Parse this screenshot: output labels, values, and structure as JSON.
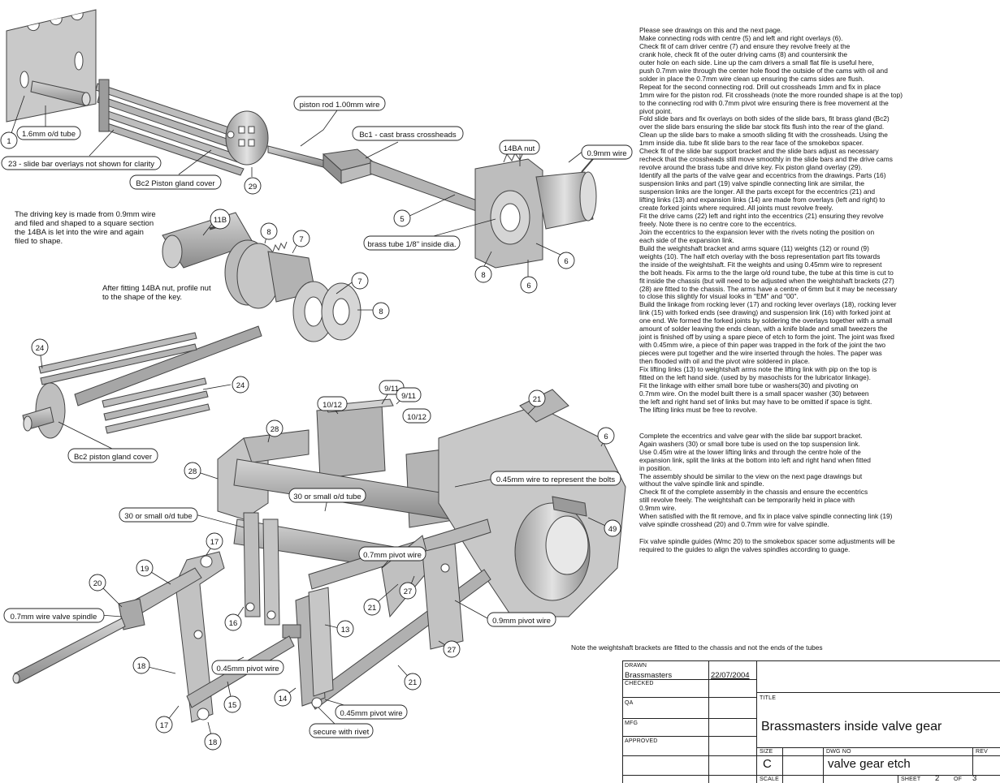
{
  "callouts": {
    "c1": "1",
    "c_tube": "1.6mm o/d tube",
    "c23": "23 - slide bar overlays not shown for clarity",
    "c_bc2_cover": "Bc2 Piston gland cover",
    "c29": "29",
    "c_piston_rod": "piston rod 1.00mm wire",
    "c_bc1": "Bc1 - cast brass crossheads",
    "c_14ba": "14BA nut",
    "c_09wire": "0.9mm wire",
    "c5": "5",
    "c_brass_tube": "brass tube 1/8\" inside dia.",
    "c8a": "8",
    "c6a": "6",
    "c6b": "6",
    "c11b": "11B",
    "c8b": "8",
    "c7a": "7",
    "c7b": "7",
    "c8c": "8",
    "c24a": "24",
    "c24b": "24",
    "c_bc2_cover2": "Bc2 piston gland cover",
    "c1012a": "10/12",
    "c911a": "9/11",
    "c911b": "9/11",
    "c1012b": "10/12",
    "c21a": "21",
    "c6c": "6",
    "c28a": "28",
    "c28b": "28",
    "c_30tube": "30 or small o/d tube",
    "c_30tube2": "30 or small o/d tube",
    "c_045bolts": "0.45mm wire to represent the bolts",
    "c49": "49",
    "c17a": "17",
    "c19": "19",
    "c20": "20",
    "c_spindle": "0.7mm wire valve spindle",
    "c_07pivot": "0.7mm pivot wire",
    "c16": "16",
    "c21b": "21",
    "c27a": "27",
    "c_09pivot": "0.9mm pivot wire",
    "c13": "13",
    "c18a": "18",
    "c_045pivot": "0.45mm pivot wire",
    "c15": "15",
    "c14": "14",
    "c17b": "17",
    "c18b": "18",
    "c_045pivot2": "0.45mm pivot wire",
    "c_rivet": "secure with rivet",
    "c27b": "27",
    "c21c": "21"
  },
  "notes": {
    "key_note": [
      "The driving key is made from 0.9mm wire",
      "and filed and shaped to a square section",
      "the 14BA is let into the wire and again",
      "filed to shape."
    ],
    "nut_note": [
      "After fitting 14BA nut, profile nut",
      "to the shape of the key."
    ]
  },
  "instructions": {
    "block1": [
      "Please see drawings on this and the next page.",
      "Make connecting rods with centre (5) and left and right overlays (6).",
      "Check fit of cam driver centre (7) and ensure they revolve freely at the",
      "crank hole, check fit of the outer driving cams (8) and countersink the",
      "outer hole on each side. Line up the cam drivers a small flat file is useful here,",
      "push 0.7mm wire through the center hole flood the outside of the cams with oil and",
      "solder in place the 0.7mm wire clean up ensuring the cams sides are flush.",
      "Repeat for the second connecting rod. Drill out crossheads 1mm and fix in place",
      "1mm wire for the piston rod. Fit crossheads (note the more rounded shape is at the top)",
      "to the connecting rod with 0.7mm pivot wire ensuring there is free movement at the",
      "pivot point.",
      "Fold slide bars and fix overlays on both sides of the slide bars, fit brass gland (Bc2)",
      "over the slide bars ensuring the slide bar stock fits flush into the rear of the gland.",
      "Clean up the slide bars to make a smooth sliding fit with the crossheads. Using the",
      "1mm inside dia. tube fit slide bars to the rear face of the smokebox spacer.",
      "Check fit of the slide bar support bracket and the slide bars adjust as necessary",
      "recheck that the crossheads still move smoothly in the slide bars and the drive cams",
      "revolve around the brass tube and drive key. Fix piston gland overlay (29).",
      "Identify all the parts of the valve gear and eccentrics from the drawings. Parts (16)",
      "suspension links and part (19) valve spindle connecting link are similar, the",
      "suspension links are the longer. All the parts except for the eccentrics (21) and",
      "lifting links (13) and expansion links (14) are made from overlays (left and right) to",
      "create forked joints where required. All joints must revolve freely.",
      "Fit the drive cams (22) left and right into the eccentrics (21) ensuring they revolve",
      "freely. Note there is no centre core to the eccentrics.",
      "Join the eccentrics to the expansion lever with the rivets noting the position on",
      "each side of the expansion link.",
      "Build the weightshaft bracket and arms square (11) weights (12) or round (9)",
      "weights (10). The half etch overlay with the boss representation part fits towards",
      "the inside of the weightshaft. Fit the weights and using 0.45mm wire to represent",
      "the bolt heads. Fix arms to the the large o/d round tube, the tube at this time is cut to",
      "fit inside the chassis (but will need to be adjusted when the weightshaft brackets (27)",
      "(28) are fitted to the chassis. The arms have a centre of 6mm but it may be necessary",
      "to close this slightly for visual looks in \"EM\" and \"00\".",
      "Build the linkage from rocking lever (17) and rocking lever overlays (18), rocking lever",
      "link (15) with forked ends (see drawing) and suspension link (16) with forked joint at",
      "one end. We formed the forked joints by soldering the overlays together with a small",
      "amount of solder leaving the ends clean, with a knife blade and small tweezers the",
      "joint is finished off by using a spare piece of etch to form the joint. The joint was fixed",
      "with 0.45mm wire, a piece of thin paper was trapped in the fork of the joint the two",
      "pieces  were put together and the wire inserted through the holes. The paper was",
      "then flooded with oil and the pivot wire soldered in place.",
      "Fix lifting links (13) to weightshaft arms note the lifting link with pip on the top is",
      "fitted on the left hand side. (used by by masochists for the lubricator linkage).",
      "Fit the linkage with either small bore tube or washers(30) and pivoting on",
      "0.7mm wire. On the model built there is a small spacer washer (30) between",
      "the left and right hand set of links but may have to be omitted if space is tight.",
      "The lifting links must be free to revolve."
    ],
    "block2": [
      "Complete the eccentrics and valve gear with the slide bar support bracket.",
      "Again washers (30) or small bore tube is used on the top suspension link.",
      "Use 0.45m wire at the lower lifting links and through the centre hole of the",
      "expansion link, split the links at the bottom into left and right hand when fitted",
      "in position.",
      "The assembly should be similar to the view on the next page drawings but",
      "without the valve spindle link and spindle.",
      "Check fit of the complete assembly in the chassis and ensure the eccentrics",
      "still revolve freely. The weightshaft can be temporarily held in place with",
      "0.9mm wire.",
      "When satisfied with the fit remove, and fix in place valve spindle connecting link (19)",
      "valve spindle crosshead (20) and 0.7mm wire for valve spindle."
    ],
    "block3": [
      "Fix valve spindle guides (Wmc 20) to the smokebox spacer some adjustments will be",
      "required to the guides to align the valves spindles according to guage."
    ]
  },
  "footnote": "Note the weightshaft brackets are fitted to the chassis and not the ends of the tubes",
  "title_block": {
    "drawn_label": "DRAWN",
    "drawn_by": "Brassmasters",
    "drawn_date": "22/07/2004",
    "checked_label": "CHECKED",
    "qa_label": "QA",
    "mfg_label": "MFG",
    "approved_label": "APPROVED",
    "title_label": "TITLE",
    "title": "Brassmasters inside valve gear",
    "size_label": "SIZE",
    "size": "C",
    "dwg_label": "DWG NO",
    "dwg_no": "valve gear etch",
    "rev_label": "REV",
    "scale_label": "SCALE",
    "sheet_label": "SHEET",
    "sheet_no": "2",
    "of_label": "OF",
    "sheet_total": "3"
  }
}
